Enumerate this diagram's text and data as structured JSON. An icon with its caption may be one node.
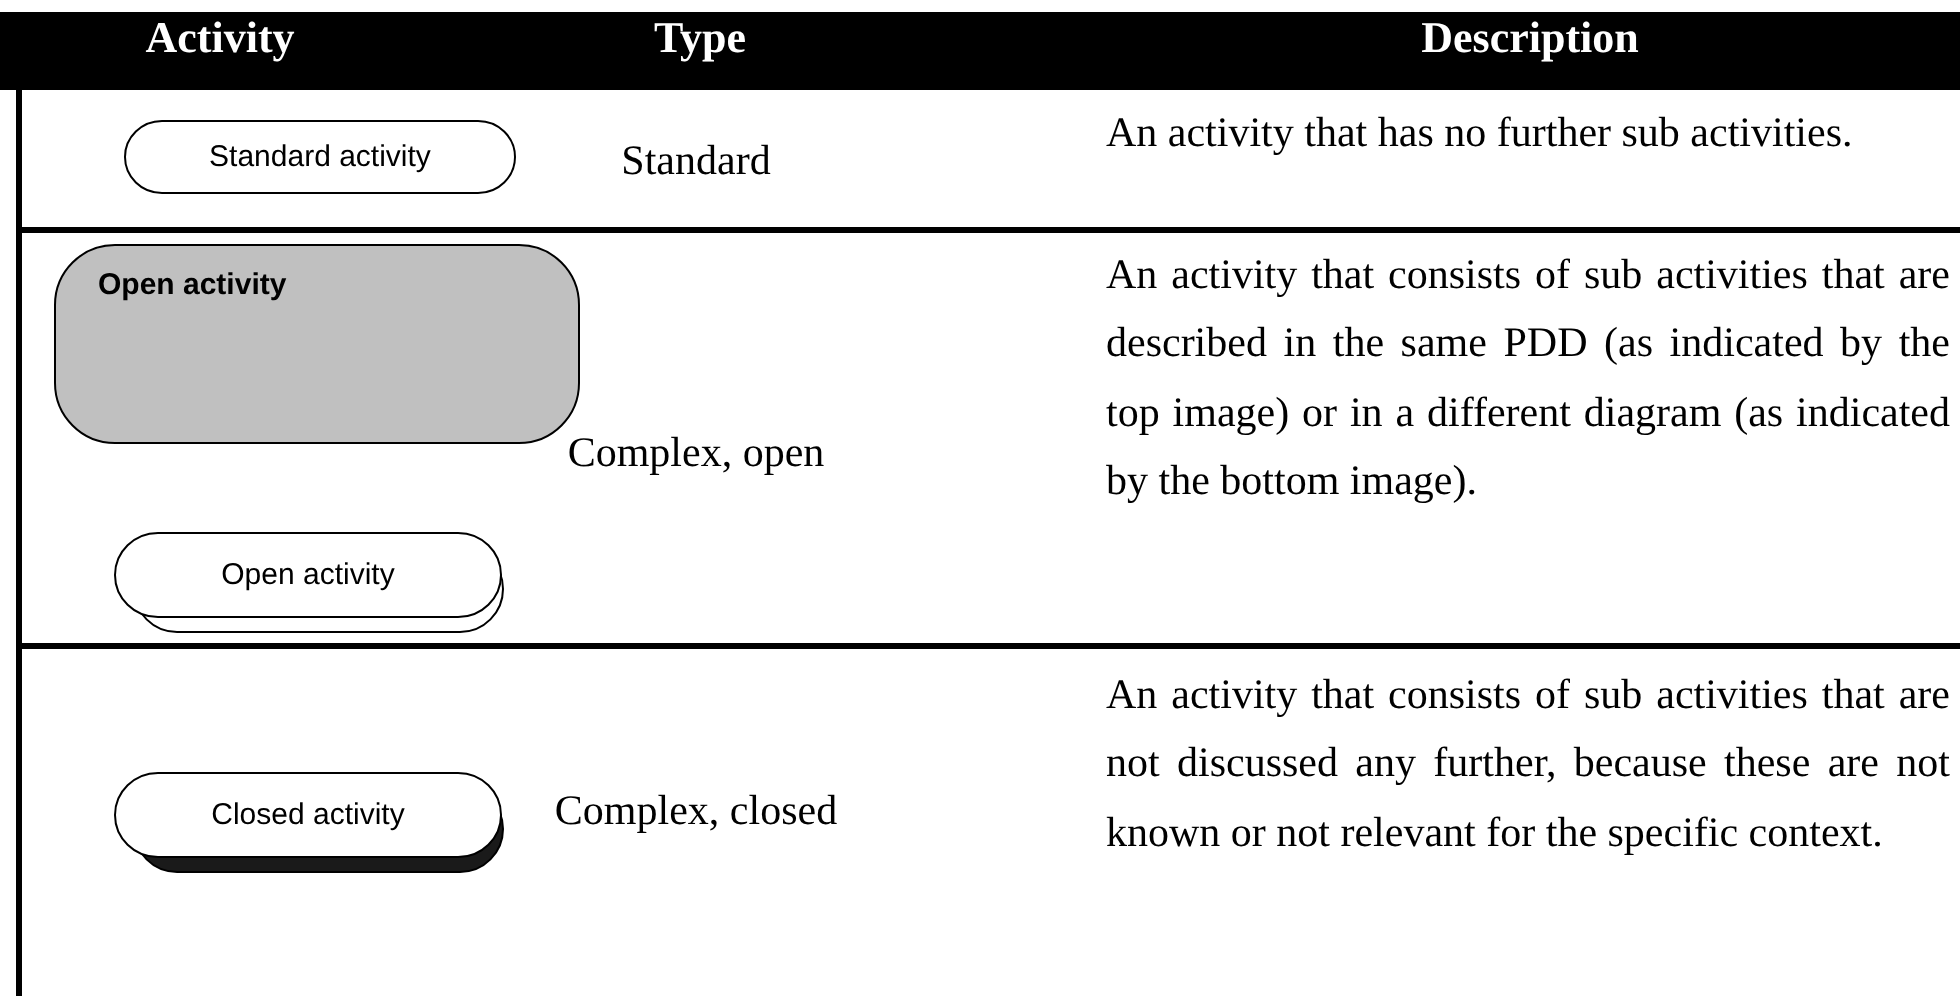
{
  "diagram": {
    "nodes": [
      {
        "text": [
          "Standard activity"
        ]
      },
      {
        "text": [
          "Open activity"
        ]
      },
      {
        "text": [
          "Open activity"
        ]
      },
      {
        "text": [
          "Closed activity"
        ]
      }
    ],
    "labels": [
      "Activity",
      "Type",
      "Description",
      "Standard",
      "An activity that has no further sub activities.",
      "Complex, open",
      "An activity that consists of sub activities that are described in the same PDD (as indicated by the top image) or in a different diagram (as indicated by the bottom image).",
      "Complex, closed",
      "An activity that consists of sub activities that are not discussed any further, because these are not known or not relevant for the specific context."
    ]
  }
}
